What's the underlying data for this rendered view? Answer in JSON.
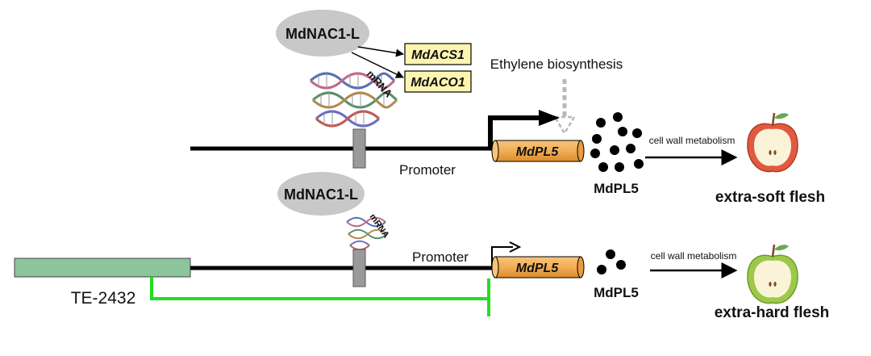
{
  "top_pathway": {
    "tf_label": "MdNAC1-L",
    "target_genes": [
      "MdACS1",
      "MdACO1"
    ],
    "mrna_label": "mRNA",
    "ethylene_label": "Ethylene biosynthesis",
    "promoter_label": "Promoter",
    "gene_label": "MdPL5",
    "protein_label": "MdPL5",
    "process_label": "cell wall metabolism",
    "phenotype_label": "extra-soft flesh"
  },
  "bottom_pathway": {
    "tf_label": "MdNAC1-L",
    "mrna_label": "mRNA",
    "te_label": "TE-2432",
    "promoter_label": "Promoter",
    "gene_label": "MdPL5",
    "protein_label": "MdPL5",
    "process_label": "cell wall metabolism",
    "phenotype_label": "extra-hard flesh"
  },
  "colors": {
    "tf_ellipse": "#c8c8c8",
    "gene_box": "#f2ad55",
    "target_gene_box": "#fbf5b0",
    "te_box": "#8cc49c",
    "te_inhibition": "#22dd22",
    "binding_site": "#9a9a9a",
    "apple_red": "#e05a40",
    "apple_green": "#9cc94a"
  }
}
